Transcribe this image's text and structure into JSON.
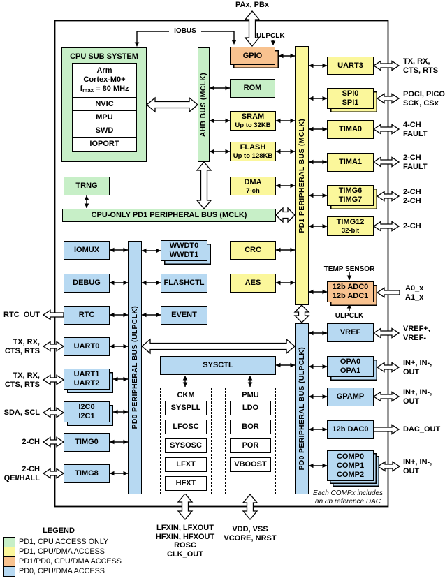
{
  "external_top": {
    "pax_pbx": "PAx, PBx",
    "iobus": "IOBUS",
    "ulpclk": "ULPCLK"
  },
  "cpu": {
    "title": "CPU SUB SYSTEM",
    "core_l1": "Arm",
    "core_l2": "Cortex-M0+",
    "fmax_f": "f",
    "fmax_sub": "max",
    "fmax_rest": " = 80 MHz",
    "items": [
      "NVIC",
      "MPU",
      "SWD",
      "IOPORT"
    ]
  },
  "buses": {
    "ahb": "AHB BUS (MCLK)",
    "cpu_only": "CPU-ONLY PD1 PERIPHERAL BUS (MCLK)",
    "pd1": "PD1 PERIPHERAL BUS (MCLK)",
    "pd0_left": "PD0 PERIPHERAL BUS (ULPCLK)",
    "pd0_right": "PD0 PERIPHERAL BUS (ULPCLK)"
  },
  "blocks": {
    "trng": "TRNG",
    "gpio": "GPIO",
    "rom": "ROM",
    "sram": {
      "l1": "SRAM",
      "l2": "Up to 32KB"
    },
    "flash": {
      "l1": "FLASH",
      "l2": "Up to 128KB"
    },
    "dma": {
      "l1": "DMA",
      "l2": "7-ch"
    },
    "iomux": "IOMUX",
    "debug": "DEBUG",
    "rtc": "RTC",
    "uart0": "UART0",
    "uart12": {
      "l1": "UART1",
      "l2": "UART2"
    },
    "i2c": {
      "l1": "I2C0",
      "l2": "I2C1"
    },
    "timg0": "TIMG0",
    "timg8": "TIMG8",
    "wwdt": {
      "l1": "WWDT0",
      "l2": "WWDT1"
    },
    "flashctl": "FLASHCTL",
    "event": "EVENT",
    "crc": "CRC",
    "aes": "AES",
    "sysctl": "SYSCTL",
    "uart3": "UART3",
    "spi": {
      "l1": "SPI0",
      "l2": "SPI1"
    },
    "tima0": "TIMA0",
    "tima1": "TIMA1",
    "timg67": {
      "l1": "TIMG6",
      "l2": "TIMG7"
    },
    "timg12": {
      "l1": "TIMG12",
      "l2": "32-bit"
    },
    "adc": {
      "l1": "12b ADC0",
      "l2": "12b ADC1"
    },
    "vref": "VREF",
    "opa": {
      "l1": "OPA0",
      "l2": "OPA1"
    },
    "gpamp": "GPAMP",
    "dac": "12b DAC0",
    "comp": {
      "l1": "COMP0",
      "l2": "COMP1",
      "l3": "COMP2"
    }
  },
  "ckm": {
    "title": "CKM",
    "items": [
      "SYSPLL",
      "LFOSC",
      "SYSOSC",
      "LFXT",
      "HFXT"
    ]
  },
  "pmu": {
    "title": "PMU",
    "items": [
      "LDO",
      "BOR",
      "POR",
      "VBOOST"
    ]
  },
  "adc_notes": {
    "temp": "TEMP SENSOR",
    "ulpclk": "ULPCLK"
  },
  "left_labels": {
    "rtc": "RTC_OUT",
    "uart0": {
      "l1": "TX, RX,",
      "l2": "CTS, RTS"
    },
    "uart12": {
      "l1": "TX, RX,",
      "l2": "CTS, RTS"
    },
    "i2c": "SDA, SCL",
    "timg0": "2-CH",
    "timg8": {
      "l1": "2-CH",
      "l2": "QEI/HALL"
    }
  },
  "right_labels": {
    "uart3": {
      "l1": "TX, RX,",
      "l2": "CTS, RTS"
    },
    "spi": {
      "l1": "POCI, PICO",
      "l2": "SCK, CSx"
    },
    "tima0": {
      "l1": "4-CH",
      "l2": "FAULT"
    },
    "tima1": {
      "l1": "2-CH",
      "l2": "FAULT"
    },
    "timg67": {
      "l1": "2-CH",
      "l2": "2-CH"
    },
    "timg12": "2-CH",
    "adc": {
      "l1": "A0_x",
      "l2": "A1_x"
    },
    "vref": {
      "l1": "VREF+,",
      "l2": "VREF-"
    },
    "opa": {
      "l1": "IN+, IN-,",
      "l2": "OUT"
    },
    "gpamp": {
      "l1": "IN+, IN-,",
      "l2": "OUT"
    },
    "dac": "DAC_OUT",
    "comp": {
      "l1": "IN+, IN-,",
      "l2": "OUT"
    }
  },
  "bottom_labels": {
    "ckm": [
      "LFXIN, LFXOUT",
      "HFXIN, HFXOUT",
      "ROSC",
      "CLK_OUT"
    ],
    "pmu": [
      "VDD, VSS",
      "VCORE, NRST"
    ]
  },
  "note": {
    "l1": "Each COMPx includes",
    "l2": "an 8b reference DAC"
  },
  "legend": {
    "title": "LEGEND",
    "items": [
      {
        "color": "#C7EFC7",
        "label": "PD1, CPU ACCESS ONLY"
      },
      {
        "color": "#FBF79B",
        "label": "PD1, CPU/DMA ACCESS"
      },
      {
        "color": "#F8C28F",
        "label": "PD1/PD0, CPU/DMA ACCESS"
      },
      {
        "color": "#B7D9F2",
        "label": "PD0, CPU/DMA ACCESS"
      }
    ]
  }
}
